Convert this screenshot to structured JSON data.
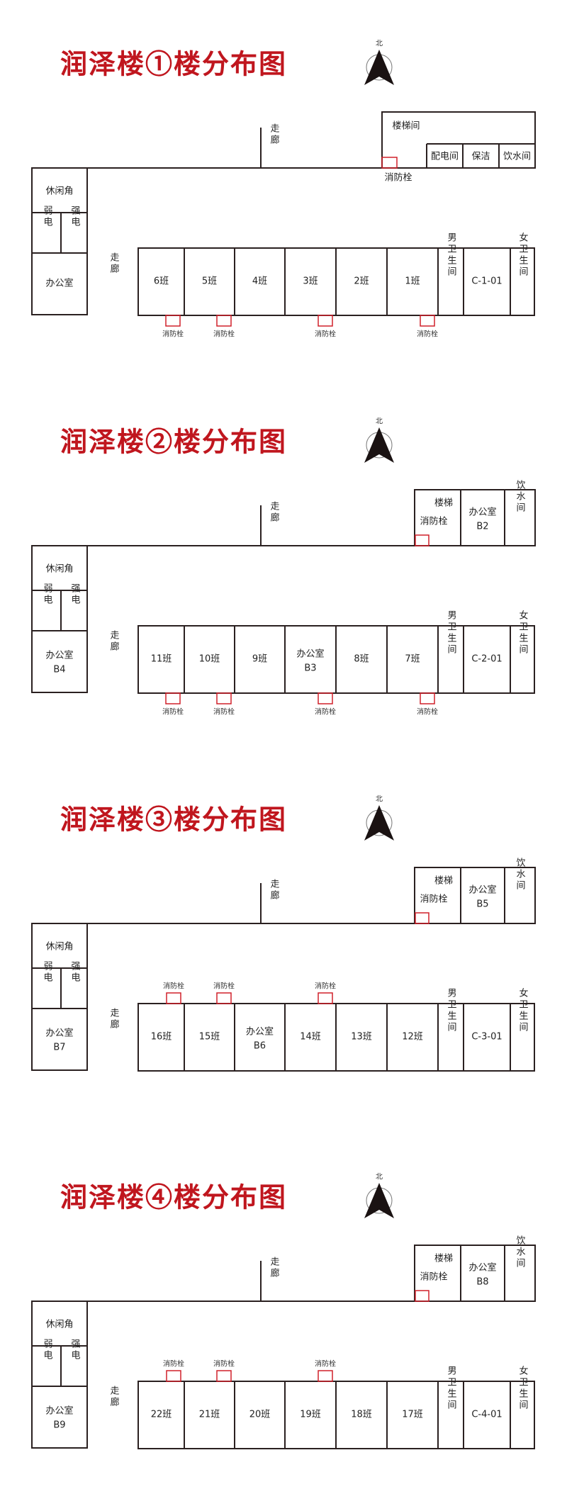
{
  "colors": {
    "title": "#c0161e",
    "wall": "#2a2020",
    "hydrant": "#d0202a"
  },
  "north_label": "北",
  "corridor_label": "走廊",
  "hydrant_label": "消防栓",
  "floors": [
    {
      "title": "润泽楼①楼分布图",
      "left_block": {
        "lounge": "休闲角",
        "weak": "弱电",
        "strong": "强电",
        "office": "办公室",
        "office_code": ""
      },
      "rooms": [
        {
          "label": "6班",
          "code": ""
        },
        {
          "label": "5班",
          "code": ""
        },
        {
          "label": "4班",
          "code": ""
        },
        {
          "label": "3班",
          "code": ""
        },
        {
          "label": "2班",
          "code": ""
        },
        {
          "label": "1班",
          "code": ""
        }
      ],
      "restroom_male": "男卫生间",
      "c_room": "C-1-01",
      "restroom_female": "女卫生间",
      "hydrants_side": "bottom",
      "right_block": {
        "type": "stairwell",
        "stairs": "楼梯间",
        "rooms": [
          "配电间",
          "保洁",
          "饮水间"
        ]
      }
    },
    {
      "title": "润泽楼②楼分布图",
      "left_block": {
        "lounge": "休闲角",
        "weak": "弱电",
        "strong": "强电",
        "office": "办公室",
        "office_code": "B4"
      },
      "rooms": [
        {
          "label": "11班",
          "code": ""
        },
        {
          "label": "10班",
          "code": ""
        },
        {
          "label": "9班",
          "code": ""
        },
        {
          "label": "办公室",
          "code": "B3"
        },
        {
          "label": "8班",
          "code": ""
        },
        {
          "label": "7班",
          "code": ""
        }
      ],
      "restroom_male": "男卫生间",
      "c_room": "C-2-01",
      "restroom_female": "女卫生间",
      "hydrants_side": "bottom",
      "right_block": {
        "type": "stairs",
        "stairs": "楼梯",
        "office": "办公室",
        "office_code": "B2",
        "water": "饮水间"
      }
    },
    {
      "title": "润泽楼③楼分布图",
      "left_block": {
        "lounge": "休闲角",
        "weak": "弱电",
        "strong": "强电",
        "office": "办公室",
        "office_code": "B7"
      },
      "rooms": [
        {
          "label": "16班",
          "code": ""
        },
        {
          "label": "15班",
          "code": ""
        },
        {
          "label": "办公室",
          "code": "B6"
        },
        {
          "label": "14班",
          "code": ""
        },
        {
          "label": "13班",
          "code": ""
        },
        {
          "label": "12班",
          "code": ""
        }
      ],
      "restroom_male": "男卫生间",
      "c_room": "C-3-01",
      "restroom_female": "女卫生间",
      "hydrants_side": "top",
      "right_block": {
        "type": "stairs",
        "stairs": "楼梯",
        "office": "办公室",
        "office_code": "B5",
        "water": "饮水间"
      }
    },
    {
      "title": "润泽楼④楼分布图",
      "left_block": {
        "lounge": "休闲角",
        "weak": "弱电",
        "strong": "强电",
        "office": "办公室",
        "office_code": "B9"
      },
      "rooms": [
        {
          "label": "22班",
          "code": ""
        },
        {
          "label": "21班",
          "code": ""
        },
        {
          "label": "20班",
          "code": ""
        },
        {
          "label": "19班",
          "code": ""
        },
        {
          "label": "18班",
          "code": ""
        },
        {
          "label": "17班",
          "code": ""
        }
      ],
      "restroom_male": "男卫生间",
      "c_room": "C-4-01",
      "restroom_female": "女卫生间",
      "hydrants_side": "top",
      "right_block": {
        "type": "stairs",
        "stairs": "楼梯",
        "office": "办公室",
        "office_code": "B8",
        "water": "饮水间"
      }
    }
  ]
}
